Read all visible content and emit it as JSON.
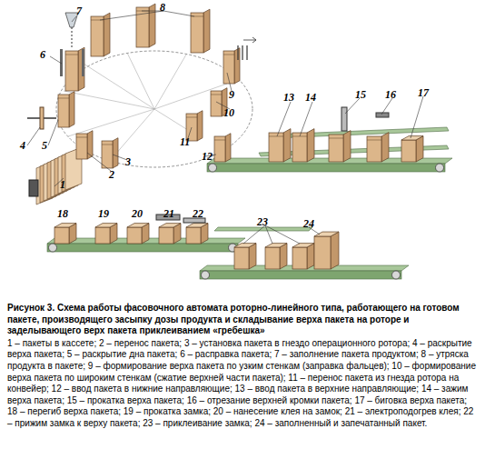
{
  "diagram": {
    "caption": "Рисунок 3. Схема работы фасовочного автомата роторно-линейного типа, работающего на готовом пакете, производящего засыпку дозы продукта и складывание верха пакета на роторе и заделывающего верх пакета приклеиванием «гребешка»",
    "labels": [
      "1",
      "2",
      "3",
      "4",
      "5",
      "6",
      "7",
      "8",
      "9",
      "10",
      "11",
      "12",
      "13",
      "14",
      "15",
      "16",
      "17",
      "18",
      "19",
      "20",
      "21",
      "22",
      "23",
      "24",
      "1 – пакеты в кассете; 2 – перенос пакета; 3 – установка пакета в гнездо операционного ротора; 4 – раскрытие верха пакета; 5 – раскрытие дна пакета; 6 – расправка пакета; 7 – заполнение пакета продуктом; 8 – утряска продукта в пакете; 9 – формирование верха пакета по узким стенкам (заправка фальцев); 10 – формирование верха пакета по широким стенкам (сжатие верхней части пакета); 11 – перенос пакета из гнезда ротора на конвейер; 12 – ввод пакета в нижние направляющие; 13 – ввод пакета в верхние направляющие; 14 – зажим верха пакета; 15 – прокатка верха пакета; 16 – отрезание верхней кромки пакета; 17 – биговка верха пакета; 18 – перегиб верха пакета; 19 – прокатка замка; 20 – нанесение клея на замок; 21 – электроподогрев клея; 22 – прижим замка к верху пакета; 23 – приклеивание замка; 24 – заполненный и запечатанный пакет."
    ]
  }
}
